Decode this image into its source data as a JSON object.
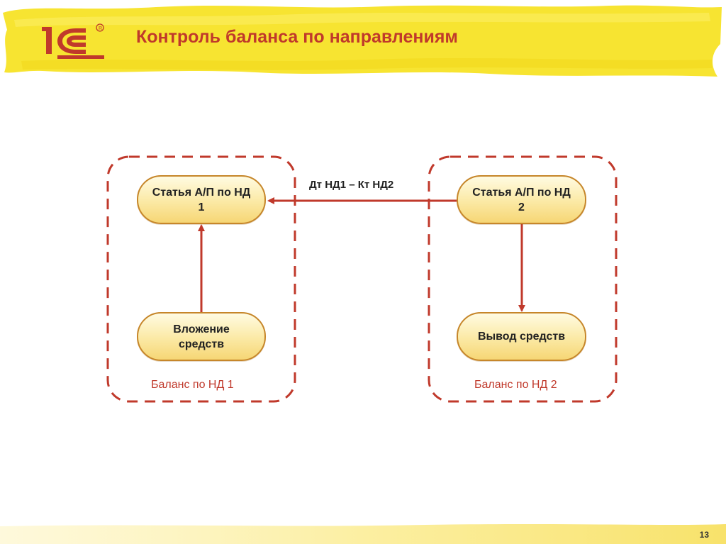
{
  "slide": {
    "title": "Контроль баланса по направлениям",
    "page_number": "13",
    "logo_text": "1С"
  },
  "diagram": {
    "nodes": {
      "article_nd1": "Статья А/П по НД 1",
      "investment": "Вложение средств",
      "article_nd2": "Статья А/П по НД 2",
      "withdrawal": "Вывод средств"
    },
    "groups": {
      "balance_nd1": "Баланс по НД 1",
      "balance_nd2": "Баланс по НД 2"
    },
    "edges": {
      "transfer": "Дт НД1 – Кт НД2"
    }
  },
  "colors": {
    "accent": "#c0392b",
    "highlight": "#f7e32a",
    "node_border": "#c6862a",
    "node_fill": "#fbe9a4"
  }
}
